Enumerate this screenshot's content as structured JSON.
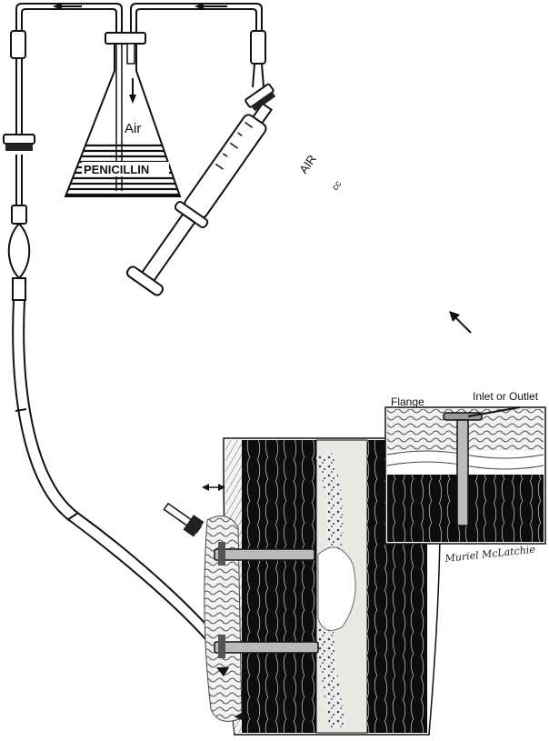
{
  "labels": {
    "air_flask": "Air",
    "penicillin": "PENICILLIN",
    "syringe_air": "AIR",
    "syringe_unit": "cc",
    "flange": "Flange",
    "inlet_outlet": "Inlet or Outlet"
  },
  "signature": "Muriel McLatchie",
  "colors": {
    "ink": "#111111",
    "paper": "#ffffff",
    "marrow": "#e9e9e4"
  },
  "icons": [
    "arrow-left-icon",
    "arrow-down-icon",
    "arrow-up-left-icon",
    "double-arrow-icon",
    "clamp-icon"
  ]
}
